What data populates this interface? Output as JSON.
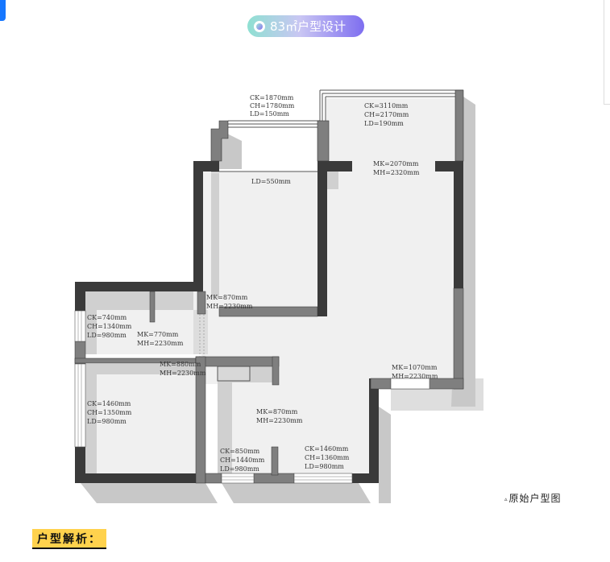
{
  "header": {
    "badge_text": "83㎡户型设计",
    "badge_colors": [
      "#8fe0d2",
      "#c9c6f3",
      "#7e6ef0"
    ]
  },
  "floorplan": {
    "labels": {
      "top_left_window": [
        "CK=1870mm",
        "CH=1780mm",
        "LD=150mm"
      ],
      "top_right_window": [
        "CK=3110mm",
        "CH=2170mm",
        "LD=190mm"
      ],
      "top_right_door": [
        "MK=2070mm",
        "MH=2320mm"
      ],
      "beam": [
        "LD=550mm"
      ],
      "center_door": [
        "MK=870mm",
        "MH=2230mm"
      ],
      "left_small_window": [
        "CK=740mm",
        "CH=1340mm",
        "LD=980mm"
      ],
      "left_small_door": [
        "MK=770mm",
        "MH=2230mm"
      ],
      "left_mid_door": [
        "MK=880mm",
        "MH=2230mm"
      ],
      "right_door": [
        "MK=1070mm",
        "MH=2230mm"
      ],
      "left_big_window": [
        "CK=1460mm",
        "CH=1350mm",
        "LD=980mm"
      ],
      "bottom_room_door": [
        "MK=870mm",
        "MH=2230mm"
      ],
      "bottom_window_1": [
        "CK=850mm",
        "CH=1440mm",
        "LD=980mm"
      ],
      "bottom_window_2": [
        "CK=1460mm",
        "CH=1360mm",
        "LD=980mm"
      ]
    },
    "colors": {
      "wall_dark": "#3a3a3a",
      "wall_mid": "#7f7f7f",
      "floor": "#f0f0f0",
      "shadow": "#c8c8c8"
    }
  },
  "caption": {
    "icon": "▵",
    "text": "原始户型图"
  },
  "section": {
    "title": "户型解析："
  }
}
